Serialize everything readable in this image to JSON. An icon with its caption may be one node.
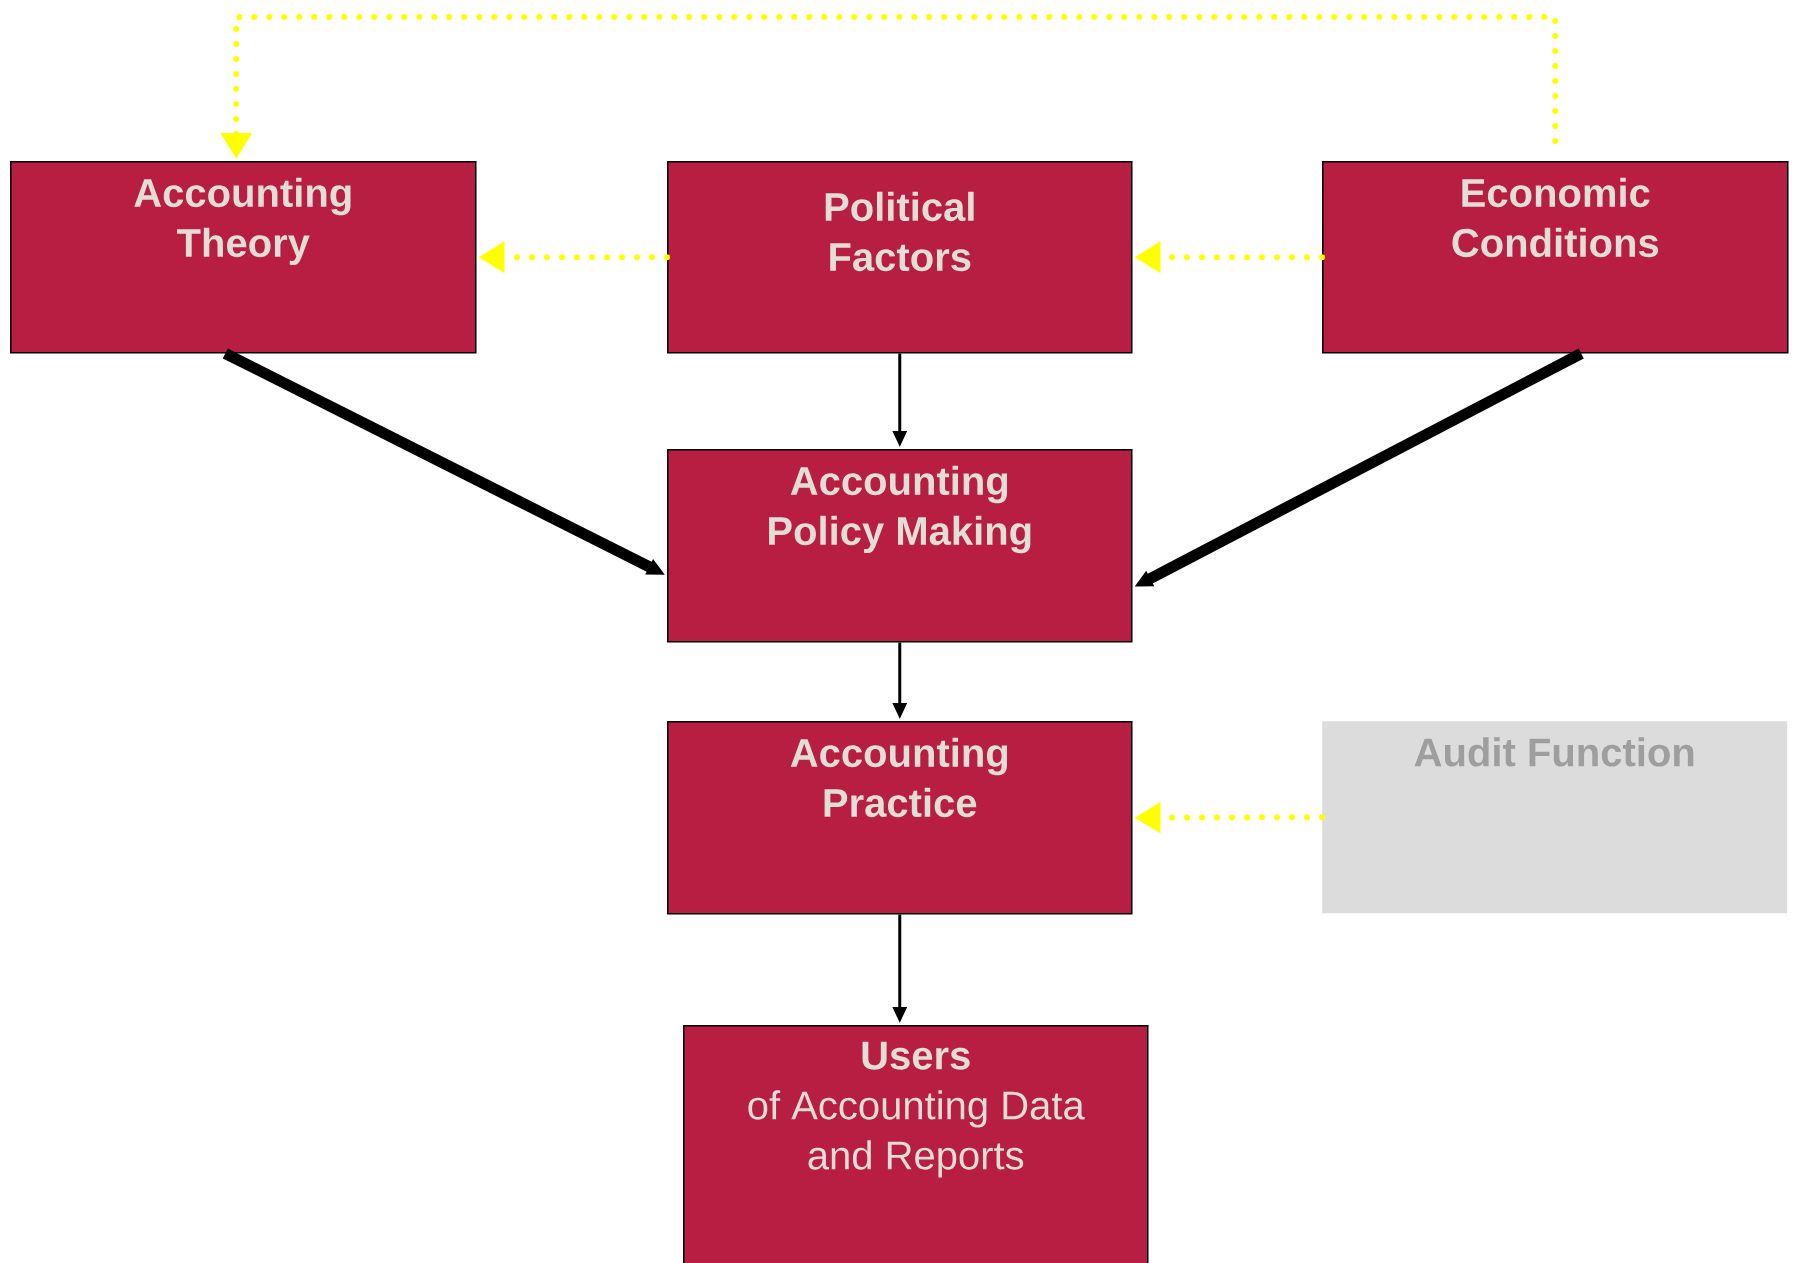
{
  "diagram": {
    "nodes": [
      {
        "text": [
          "Accounting Theory"
        ]
      },
      {
        "text": [
          "Political Factors"
        ]
      },
      {
        "text": [
          "Economic Conditions"
        ]
      },
      {
        "text": [
          "Accounting Policy Making"
        ]
      },
      {
        "text": [
          "Accounting Practice"
        ]
      },
      {
        "text": [
          "Audit Function"
        ]
      },
      {
        "text": [
          "Users",
          "of Accounting Data and Reports"
        ]
      }
    ],
    "edges": [
      {
        "from": 1,
        "to": 0,
        "arrow": "to",
        "style": "dashed",
        "color": "#ffff00"
      },
      {
        "from": 2,
        "to": 1,
        "arrow": "to",
        "style": "dashed",
        "color": "#ffff00"
      },
      {
        "from": 2,
        "to": 0,
        "arrow": "to",
        "style": "dashed",
        "color": "#ffff00"
      },
      {
        "from": 0,
        "to": 3,
        "arrow": "to",
        "style": "thick"
      },
      {
        "from": 1,
        "to": 3,
        "arrow": "to"
      },
      {
        "from": 2,
        "to": 3,
        "arrow": "to",
        "style": "thick"
      },
      {
        "from": 3,
        "to": 4,
        "arrow": "to"
      },
      {
        "from": 5,
        "to": 4,
        "arrow": "to",
        "style": "dashed",
        "color": "#ffff00"
      },
      {
        "from": 4,
        "to": 6,
        "arrow": "to"
      }
    ]
  }
}
